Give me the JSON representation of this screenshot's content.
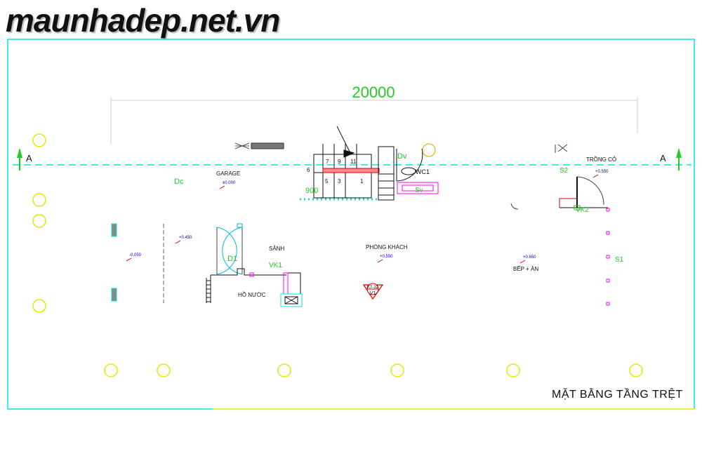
{
  "watermark": "maunhadep.net.vn",
  "sheet_title": "MẶT BẰNG TẦNG TRỆT",
  "dimension": "20000",
  "section_marks": {
    "left": "A",
    "right": "A"
  },
  "rooms": {
    "garage": "GARAGE",
    "sanh": "SẢNH",
    "phong_khach": "PHÒNG KHÁCH",
    "ho_nuoc": "HỒ NƯỚC",
    "bep_an": "BẾP + ĂN",
    "trong_co": "TRỒNG CỎ",
    "wc1": "WC1"
  },
  "codes": {
    "dc": "Dc",
    "d1": "D1",
    "vk1": "VK1",
    "vk2": "VK2",
    "s1": "S1",
    "s2": "S2",
    "dv": "Dv",
    "sv": "Sv",
    "nine_hundred": "900"
  },
  "levels": {
    "garage": "±0.000",
    "left": "-0.050",
    "sanh": "+0.450",
    "phong_khach": "+0.550",
    "bep": "+0.650",
    "trong_co": "+0.550"
  },
  "tag": {
    "top": "KT-32",
    "bottom": "V1"
  },
  "stair_numbers": [
    "7",
    "9",
    "11",
    "6",
    "5",
    "3",
    "1"
  ],
  "colors": {
    "frame": "#00e5e5",
    "label": "#22cc22",
    "level": "#0000cc",
    "column": "#e8e800",
    "magenta": "#ff00ff",
    "red": "#dd0000"
  }
}
